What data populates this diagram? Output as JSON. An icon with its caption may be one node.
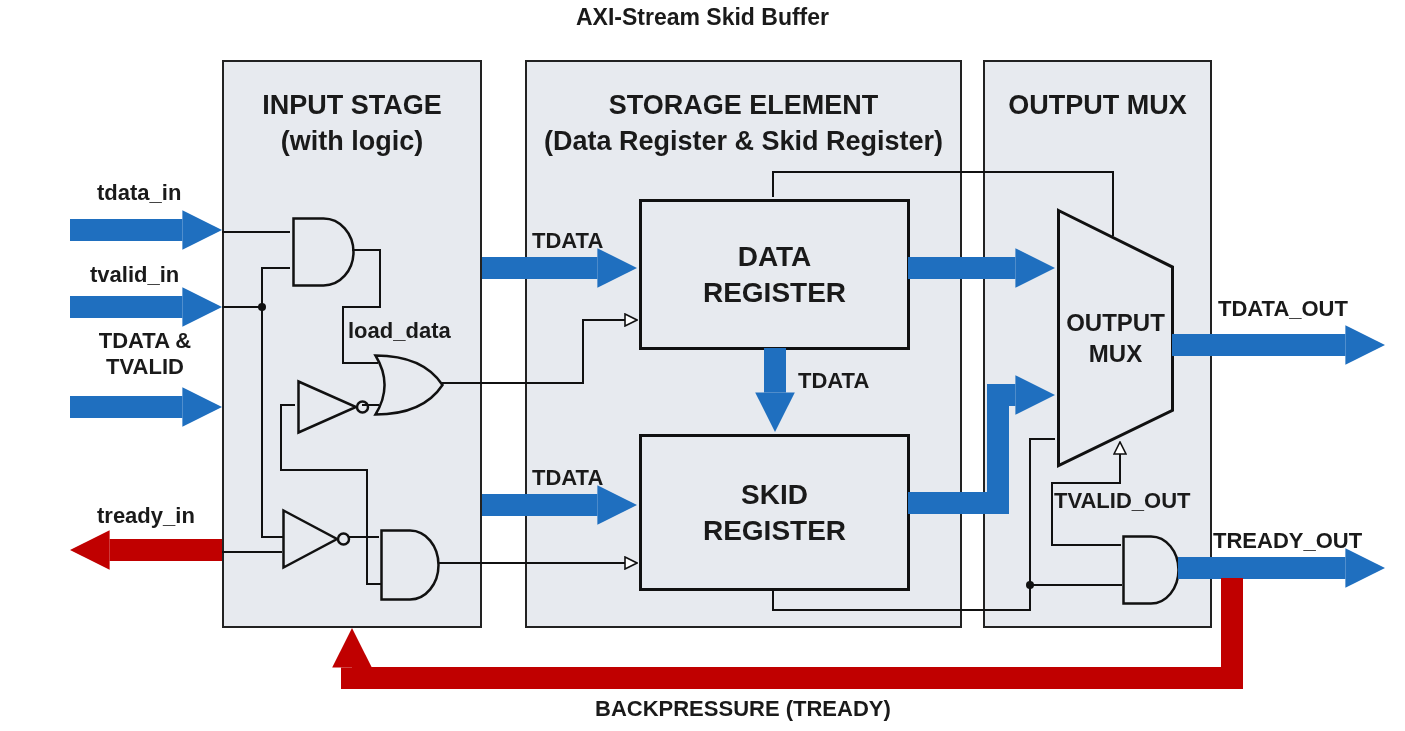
{
  "diagram": {
    "title": "AXI-Stream Skid Buffer",
    "nodes": [
      {
        "text": [
          "INPUT STAGE",
          "(with logic)"
        ]
      },
      {
        "text": [],
        "shape": "gate",
        "in": 0
      },
      {
        "text": [],
        "shape": "gate",
        "in": 0
      },
      {
        "text": [],
        "shape": "gate",
        "in": 0
      },
      {
        "text": [],
        "shape": "gate",
        "in": 0
      },
      {
        "text": [],
        "shape": "gate",
        "in": 0
      },
      {
        "text": [
          "STORAGE ELEMENT",
          "(Data Register & Skid Register)"
        ]
      },
      {
        "text": [
          "DATA REGISTER"
        ],
        "in": 6
      },
      {
        "text": [
          "SKID REGISTER"
        ],
        "in": 6
      },
      {
        "text": [
          "OUTPUT MUX"
        ]
      },
      {
        "text": [
          "OUTPUT MUX"
        ],
        "in": 9
      },
      {
        "text": [],
        "shape": "gate",
        "in": 9
      }
    ],
    "edges": [
      {
        "from": null,
        "to": 0,
        "arrow": "to",
        "label": "tdata_in",
        "style": "thick",
        "color": "#1f6fbf"
      },
      {
        "from": null,
        "to": 0,
        "arrow": "to",
        "label": "tvalid_in",
        "style": "thick",
        "color": "#1f6fbf"
      },
      {
        "from": null,
        "to": 0,
        "arrow": "to",
        "label": "TDATA & TVALID",
        "style": "thick",
        "color": "#1f6fbf"
      },
      {
        "from": 0,
        "to": null,
        "arrow": "to",
        "label": "tready_in",
        "style": "thick",
        "color": "#c00000"
      },
      {
        "from": 0,
        "to": 7,
        "arrow": "to",
        "label": "TDATA",
        "style": "thick",
        "color": "#1f6fbf"
      },
      {
        "from": 0,
        "to": 8,
        "arrow": "to",
        "label": "TDATA",
        "style": "thick",
        "color": "#1f6fbf"
      },
      {
        "from": 7,
        "to": 8,
        "arrow": "to",
        "label": "TDATA",
        "style": "thick",
        "color": "#1f6fbf"
      },
      {
        "from": 7,
        "to": 10,
        "arrow": "to",
        "style": "thick",
        "color": "#1f6fbf"
      },
      {
        "from": 8,
        "to": 10,
        "arrow": "to",
        "style": "thick",
        "color": "#1f6fbf"
      },
      {
        "from": 10,
        "to": null,
        "arrow": "to",
        "label": "TDATA_OUT",
        "style": "thick",
        "color": "#1f6fbf"
      },
      {
        "from": 11,
        "to": null,
        "arrow": "to",
        "label": "TREADY_OUT",
        "style": "thick",
        "color": "#1f6fbf"
      },
      {
        "from": null,
        "to": 0,
        "arrow": "to",
        "label": "BACKPRESSURE (TREADY)",
        "style": "thick",
        "color": "#c00000"
      },
      {
        "from": null,
        "to": 1,
        "arrow": "none"
      },
      {
        "from": null,
        "to": 1,
        "arrow": "none"
      },
      {
        "from": null,
        "to": 4,
        "arrow": "none"
      },
      {
        "from": 1,
        "to": 3,
        "arrow": "none"
      },
      {
        "from": 2,
        "to": 3,
        "arrow": "none"
      },
      {
        "from": 3,
        "to": 7,
        "arrow": "to"
      },
      {
        "from": 2,
        "to": 5,
        "arrow": "none"
      },
      {
        "from": 4,
        "to": 5,
        "arrow": "none"
      },
      {
        "from": 4,
        "to": null,
        "arrow": "none"
      },
      {
        "from": 5,
        "to": 8,
        "arrow": "to"
      },
      {
        "from": 7,
        "to": 10,
        "arrow": "none"
      },
      {
        "from": 8,
        "to": 11,
        "arrow": "none"
      },
      {
        "from": 8,
        "to": 10,
        "arrow": "none"
      },
      {
        "from": 11,
        "to": 10,
        "arrow": "to",
        "label": "TVALID_OUT"
      }
    ],
    "labels": [
      "load_data"
    ]
  }
}
